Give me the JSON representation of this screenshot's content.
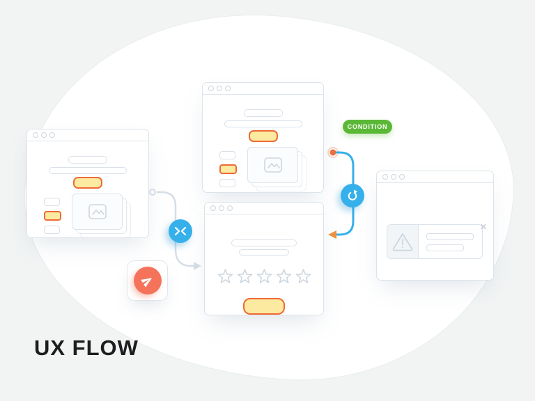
{
  "page": {
    "title": "UX FLOW"
  },
  "condition_badge": {
    "label": "CONDITION"
  },
  "rating": {
    "stars_total": 5,
    "stars_filled": 0
  },
  "icons": {
    "close_glyph": "✕",
    "names": [
      "window-dots-icon",
      "image-placeholder-icon",
      "star-icon",
      "warning-icon",
      "close-icon",
      "merge-icon",
      "loop-icon",
      "send-icon",
      "flow-arrow-icon",
      "connector-ring-icon",
      "flow-start-dot"
    ]
  },
  "colors": {
    "canvas_bg": "#f2f4f4",
    "blob_fill": "#ffffff",
    "blob_edge": "#e9eced",
    "outline": "#dce3ea",
    "outline_soft": "#d9e0e8",
    "wire_gray": "#d7dee6",
    "accent_blue": "#36b0ea",
    "accent_green": "#5bb836",
    "accent_orange": "#ee6f3b",
    "arrow_orange": "#f0913f",
    "accent_coral": "#f4735a",
    "button_fill": "#fdeaa1",
    "button_border": "#ed6a36",
    "title_text": "#1d1d1f",
    "alert_cell_bg": "#f1f5f7",
    "dot_outline": "#ccd5dd",
    "glyph_gray": "#cdd6de"
  },
  "windows": [
    {
      "name": "wireframe-window-top-left",
      "titlebar_dots": 3,
      "nav_pills": 3,
      "highlighted_pill_index": 2,
      "has_primary_button": true,
      "image_stack_layers": 3
    },
    {
      "name": "wireframe-window-top-center",
      "titlebar_dots": 3,
      "nav_pills": 3,
      "highlighted_pill_index": 2,
      "has_primary_button": true,
      "image_stack_layers": 3
    },
    {
      "name": "wireframe-window-rating",
      "titlebar_dots": 3,
      "stars": 5,
      "has_primary_button": true
    },
    {
      "name": "wireframe-window-alert",
      "titlebar_dots": 3,
      "has_warning_dialog": true,
      "has_close_icon": true
    }
  ]
}
